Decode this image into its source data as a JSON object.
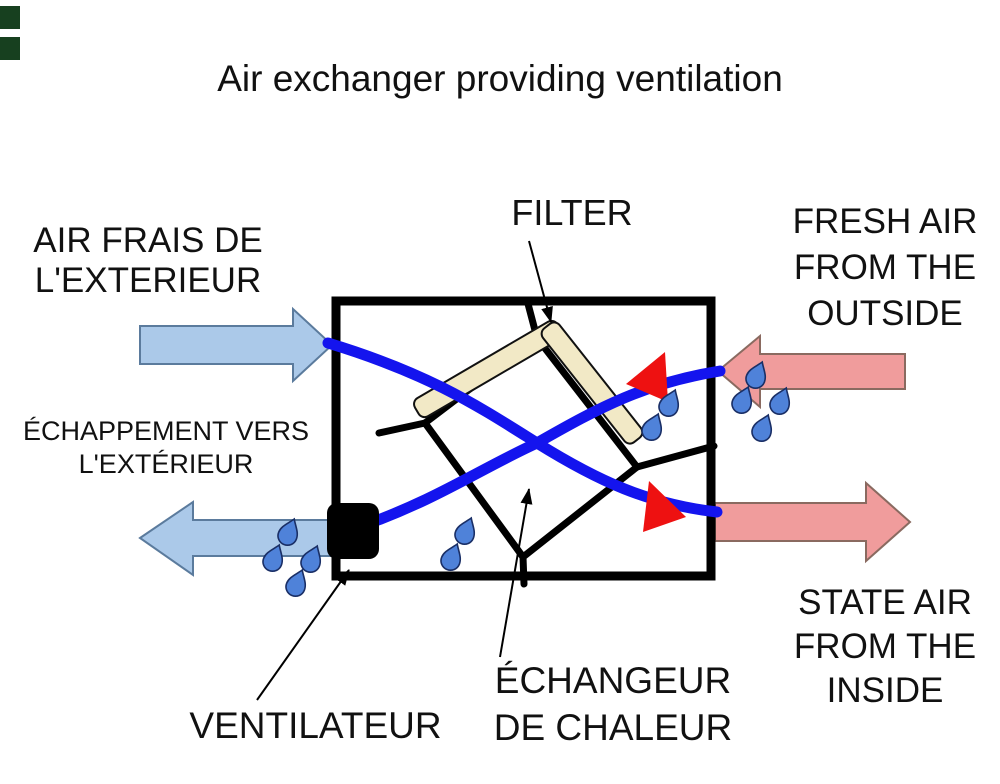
{
  "title": "Air exchanger providing ventilation",
  "labels": {
    "fresh_air_fr": {
      "line1": "AIR FRAIS DE",
      "line2": "L'EXTERIEUR"
    },
    "filter": "FILTER",
    "fresh_air_en": {
      "line1": "FRESH AIR",
      "line2": "FROM THE",
      "line3": "OUTSIDE"
    },
    "exhaust_fr": {
      "line1": "ÉCHAPPEMENT VERS",
      "line2": "L'EXTÉRIEUR"
    },
    "stale_air_en": {
      "line1": "STATE AIR",
      "line2": "FROM THE",
      "line3": "INSIDE"
    },
    "fan_fr": "VENTILATEUR",
    "heat_exchanger_fr": {
      "line1": "ÉCHANGEUR",
      "line2": "DE CHALEUR"
    }
  },
  "colors": {
    "air_stream_blue": "#1414ee",
    "flow_arrowhead_red": "#ee1111",
    "warm_arrow_pink": "#f09c9c",
    "warm_arrow_border": "#8a6a60",
    "cold_arrow_blue": "#abc9e9",
    "cold_arrow_border": "#5b7b9d",
    "filter_beige": "#f2e9c6",
    "droplet_blue": "#4f82d9",
    "droplet_border": "#1a2f66",
    "outline_black": "#000000",
    "artifact_green": "#17401f"
  }
}
